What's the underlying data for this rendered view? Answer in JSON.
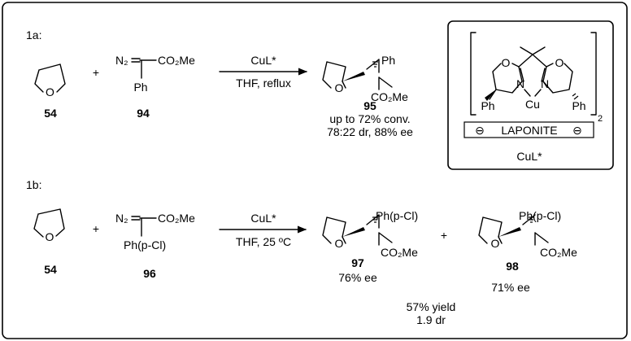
{
  "part_a": {
    "label": "1a:",
    "thf_symbol": "O",
    "thf_number": "54",
    "plus": "+",
    "diazo_n2": "N₂",
    "diazo_ester": "CO₂Me",
    "diazo_aryl": "Ph",
    "diazo_number": "94",
    "reagent": "CuL*",
    "conditions": "THF, reflux",
    "product_symbol": "O",
    "product_aryl": "Ph",
    "product_ester": "CO₂Me",
    "product_number": "95",
    "result_line1": "up to 72% conv.",
    "result_line2": "78:22 dr, 88% ee"
  },
  "catalyst": {
    "ring_o_left": "O",
    "ring_o_right": "O",
    "n_left": "N",
    "n_right": "N",
    "metal": "Cu",
    "aryl_left": "Ph",
    "aryl_right": "Ph",
    "subscript": "2",
    "minus_symbol": "⊖",
    "support": "LAPONITE",
    "caption": "CuL*"
  },
  "part_b": {
    "label": "1b:",
    "thf_symbol": "O",
    "thf_number": "54",
    "plus": "+",
    "diazo_n2": "N₂",
    "diazo_ester": "CO₂Me",
    "diazo_aryl": "Ph(p-Cl)",
    "diazo_number": "96",
    "reagent": "CuL*",
    "conditions": "THF, 25 ºC",
    "product1_symbol": "O",
    "product1_aryl": "Ph(p-Cl)",
    "product1_ester": "CO₂Me",
    "product1_number": "97",
    "product1_ee": "76% ee",
    "plus2": "+",
    "product2_symbol": "O",
    "product2_aryl": "Ph(p-Cl)",
    "product2_ester": "CO₂Me",
    "product2_number": "98",
    "product2_ee": "71% ee",
    "yield": "57% yield",
    "dr": "1.9 dr"
  }
}
